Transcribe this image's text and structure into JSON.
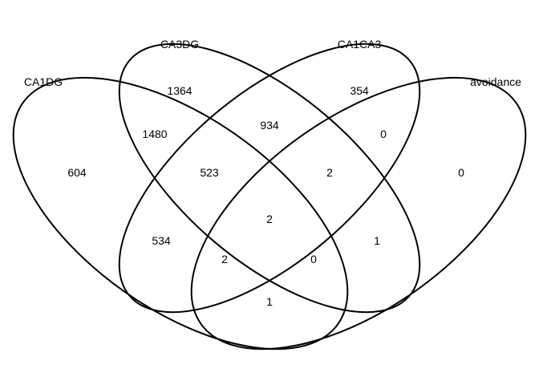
{
  "sets": [
    {
      "name": "CA1DG",
      "count_only": "604"
    },
    {
      "name": "CA3DG",
      "count_only": "1364"
    },
    {
      "name": "CA1CA3",
      "count_only": "354"
    },
    {
      "name": "avoidance",
      "count_only": "0"
    }
  ],
  "regions": {
    "CA1DG_only": "604",
    "CA3DG_only": "1364",
    "CA1CA3_only": "354",
    "avoidance_only": "0",
    "CA1DG_CA3DG": "1480",
    "CA3DG_CA1CA3": "934",
    "CA1CA3_avoidance": "0",
    "CA1DG_CA3DG_CA1CA3": "523",
    "CA3DG_CA1CA3_avoidance": "2",
    "CA1DG_CA1CA3": "534",
    "all_four": "2",
    "CA3DG_avoidance": "1",
    "CA1DG_CA1CA3_avoidance": "2",
    "CA1DG_CA3DG_avoidance": "0",
    "CA1DG_avoidance": "1"
  },
  "style": {
    "stroke": "#000000",
    "background": "#ffffff"
  }
}
